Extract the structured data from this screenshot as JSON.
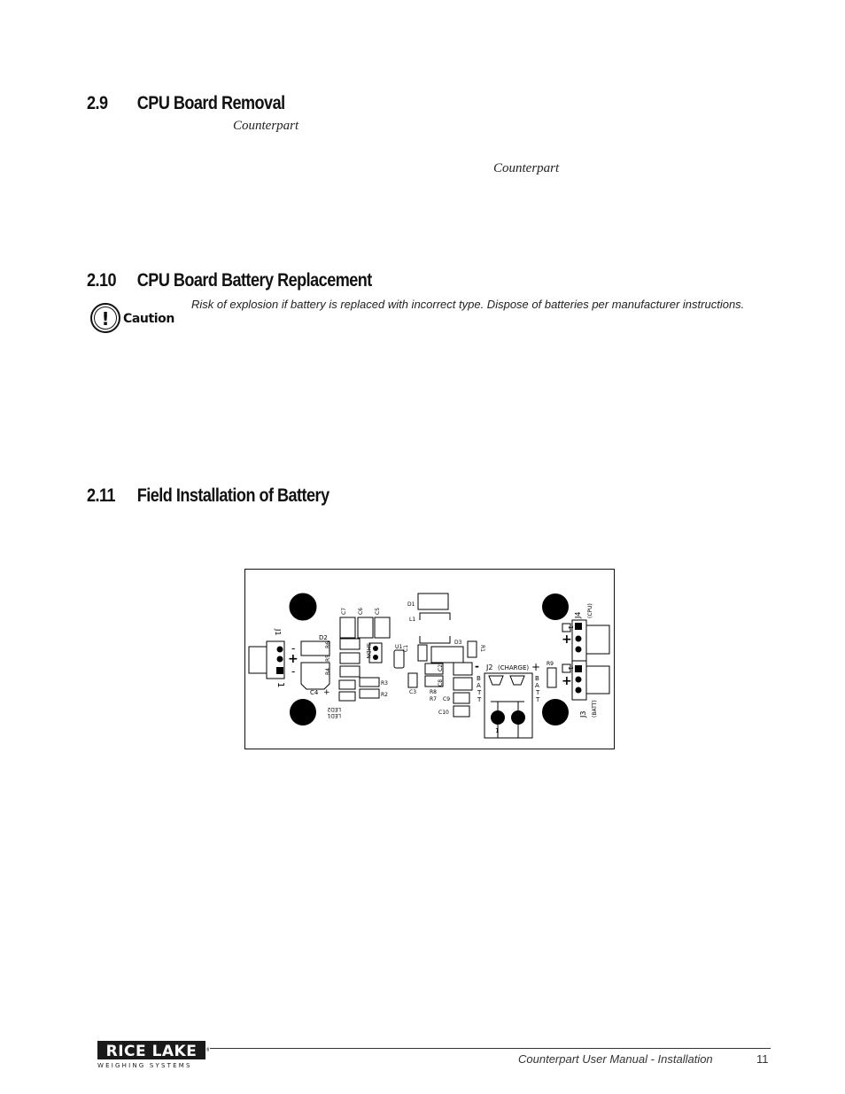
{
  "sections": [
    {
      "number": "2.9",
      "title": "CPU Board Removal"
    },
    {
      "number": "2.10",
      "title": "CPU Board Battery Replacement"
    },
    {
      "number": "2.11",
      "title": "Field Installation of Battery"
    }
  ],
  "body_fragments": {
    "counterpart_1": "Counterpart",
    "counterpart_2": "Counterpart"
  },
  "caution": {
    "label": "Caution",
    "icon_glyph": "!",
    "text": "Risk of explosion if battery is replaced with incorrect type. Dispose of batteries per manufacturer instructions."
  },
  "board_labels": {
    "j1": "J1",
    "one_j1": "1",
    "plus_j1": "+",
    "minus_j1": "-",
    "d1": "D1",
    "d2": "D2",
    "d3": "D3",
    "l1": "L1",
    "u1": "U1",
    "c1": "C1",
    "c2": "C2",
    "c3": "C3",
    "c4": "C4",
    "c4_plus": "+",
    "c5": "C5",
    "c6": "C6",
    "c7": "C7",
    "c8": "C8",
    "c9": "C9",
    "c10": "C10",
    "r1": "R1",
    "r2": "R2",
    "r3": "R3",
    "r4": "R4",
    "r5": "R5",
    "r6": "R6",
    "r7": "R7",
    "r8": "R8",
    "r9": "R9",
    "shdn": "SHDN",
    "led1": "LED1",
    "led2": "LED2",
    "j2": "J2",
    "charge": "(CHARGE)",
    "j2_minus": "-",
    "j2_plus": "+",
    "one_j2": "1",
    "batt_left": [
      "B",
      "A",
      "T",
      "T"
    ],
    "batt_right": [
      "B",
      "A",
      "T",
      "T"
    ],
    "j4": "J4",
    "cpu": "(CPU)",
    "j4_one": "1",
    "j4_plus": "+",
    "j3": "J3",
    "batt": "(BATT)",
    "j3_one": "1",
    "j3_plus": "+"
  },
  "footer": {
    "logo_top": "RICE LAKE",
    "logo_bottom": "WEIGHING SYSTEMS",
    "trademark": "®",
    "title": "Counterpart User Manual - Installation",
    "page": "11"
  }
}
